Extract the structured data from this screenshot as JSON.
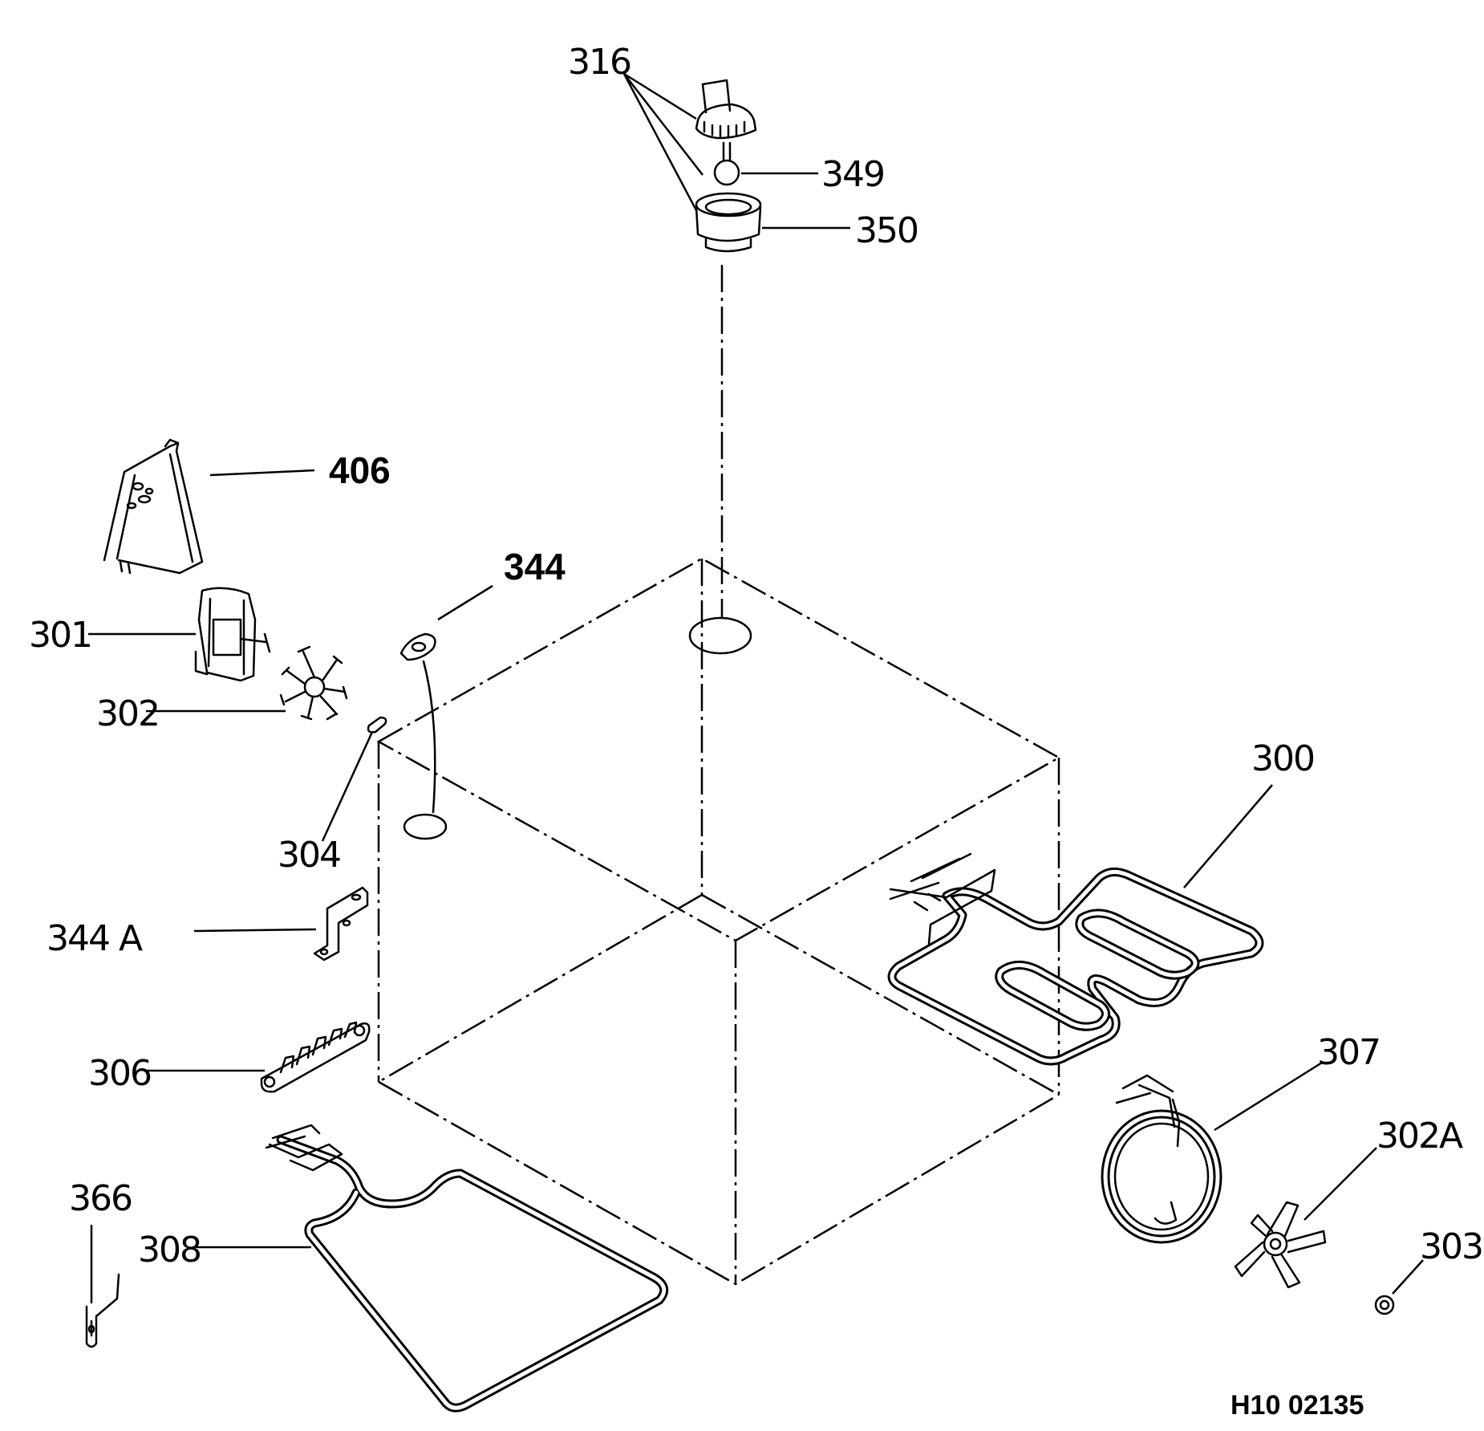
{
  "labels": {
    "p300": "300",
    "p301": "301",
    "p302": "302",
    "p302A": "302A",
    "p303": "303",
    "p304": "304",
    "p306": "306",
    "p307": "307",
    "p308": "308",
    "p316": "316",
    "p344": "344",
    "p344A": "344 A",
    "p349": "349",
    "p350": "350",
    "p366": "366",
    "p406": "406"
  },
  "drawing_ref": "H10 02135"
}
